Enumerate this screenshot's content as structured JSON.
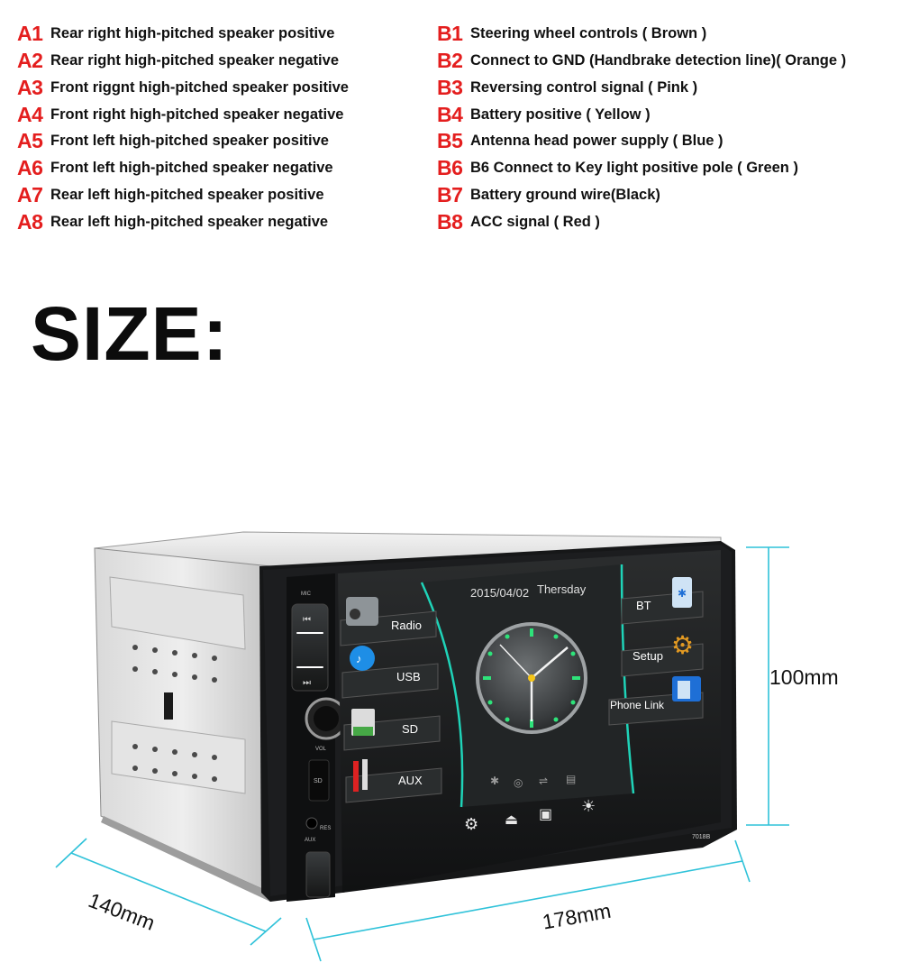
{
  "pins_a": [
    {
      "code": "A1",
      "desc": "Rear right high-pitched speaker positive"
    },
    {
      "code": "A2",
      "desc": "Rear right high-pitched speaker negative"
    },
    {
      "code": "A3",
      "desc": "Front riggnt high-pitched speaker positive"
    },
    {
      "code": "A4",
      "desc": "Front right high-pitched speaker negative"
    },
    {
      "code": "A5",
      "desc": "Front left high-pitched speaker positive"
    },
    {
      "code": "A6",
      "desc": "Front left high-pitched speaker negative"
    },
    {
      "code": "A7",
      "desc": "Rear left high-pitched speaker positive"
    },
    {
      "code": "A8",
      "desc": "Rear left high-pitched speaker negative"
    }
  ],
  "pins_b": [
    {
      "code": "B1",
      "desc": "Steering wheel controls ( Brown )"
    },
    {
      "code": "B2",
      "desc": "Connect to GND (Handbrake detection line)( Orange )"
    },
    {
      "code": "B3",
      "desc": "Reversing control signal ( Pink )"
    },
    {
      "code": "B4",
      "desc": "Battery positive ( Yellow )"
    },
    {
      "code": "B5",
      "desc": "Antenna head power supply ( Blue )"
    },
    {
      "code": "B6",
      "desc": "B6 Connect to Key light positive pole ( Green )"
    },
    {
      "code": "B7",
      "desc": "Battery ground wire(Black)"
    },
    {
      "code": "B8",
      "desc": "ACC signal ( Red )"
    }
  ],
  "size_title": "SIZE:",
  "dimensions": {
    "height": "100mm",
    "depth": "140mm",
    "width": "178mm"
  },
  "device": {
    "date": "2015/04/02",
    "day": "Thersday",
    "model": "7018B",
    "left_menu": [
      "Radio",
      "USB",
      "SD",
      "AUX"
    ],
    "right_menu": [
      "BT",
      "Setup",
      "Phone Link"
    ],
    "panel_labels": {
      "mic": "MIC",
      "sd": "SD",
      "res": "RES",
      "aux": "AUX",
      "vol": "VOL"
    }
  },
  "colors": {
    "pin_code": "#e41e1e",
    "dimension_line": "#2fc2d9",
    "screen_accent": "#1fd3b8"
  }
}
